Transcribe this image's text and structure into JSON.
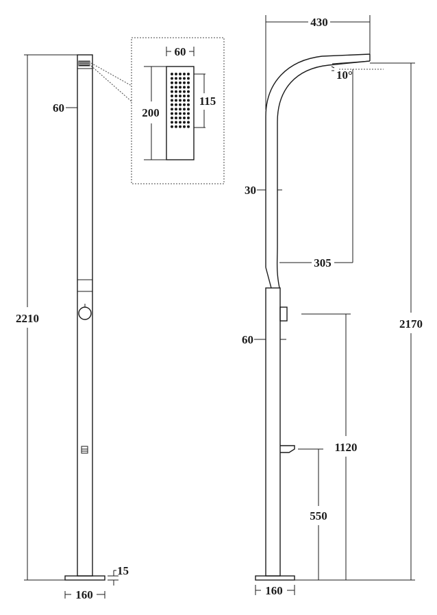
{
  "front_view": {
    "height_label": "2210",
    "width_label": "60",
    "base_width_label": "160",
    "base_thickness_label": "15"
  },
  "detail_view": {
    "width_label": "60",
    "height_label": "200",
    "nozzle_area_label": "115"
  },
  "side_view": {
    "arm_reach_label": "430",
    "angle_label": "10°",
    "arm_thickness_label": "30",
    "offset_label": "305",
    "column_width_label": "60",
    "head_height_label": "2170",
    "mixer_height_label": "1120",
    "foot_tap_height_label": "550",
    "base_width_label": "160"
  }
}
